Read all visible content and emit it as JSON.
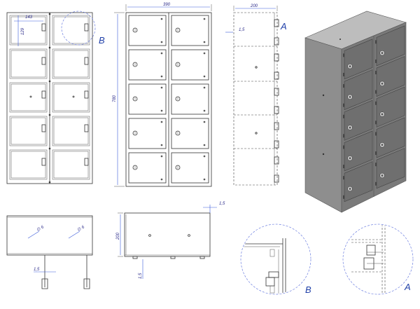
{
  "dimensions": {
    "front_width": "390",
    "height": "780",
    "side_depth": "200",
    "side_depth_bottom": "200",
    "compartment_width": "143",
    "compartment_height": "129",
    "gap_side": "1,5",
    "gap_top": "1,5",
    "gap_bottom_left": "1,5",
    "gap_bottom_mid": "1,5",
    "hole_diameter_1": "∅ 6",
    "hole_diameter_2": "∅ 6"
  },
  "detail_labels": {
    "callout_a": "A",
    "callout_b": "B",
    "detail_a": "A",
    "detail_b": "B"
  },
  "colors": {
    "line": "#333333",
    "dimension": "#3b5bdb",
    "cabinet_body": "#8c8c8c",
    "cabinet_dark": "#6b6b6b",
    "cabinet_top": "#b8b8b8"
  }
}
